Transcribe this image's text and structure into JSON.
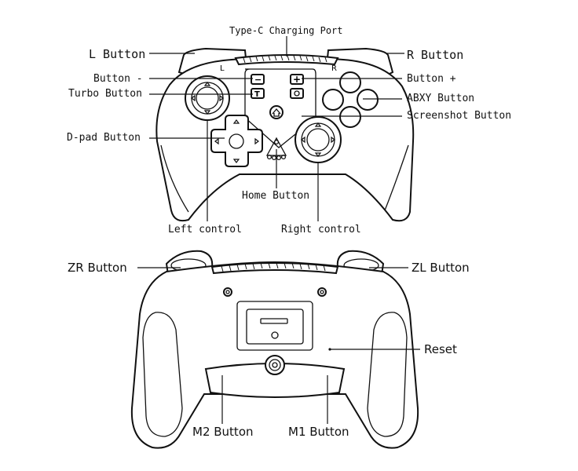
{
  "labels": {
    "type_c_port": "Type-C Charging Port",
    "l_button": "L Button",
    "r_button": "R Button",
    "button_minus": "Button -",
    "button_plus": "Button +",
    "turbo_button": "Turbo Button",
    "abxy_button": "ABXY Button",
    "screenshot_button": "Screenshot Button",
    "dpad_button": "D-pad Button",
    "home_button": "Home Button",
    "left_control": "Left control",
    "right_control": "Right control",
    "zr_button": "ZR Button",
    "zl_button": "ZL Button",
    "reset": "Reset",
    "m2_button": "M2 Button",
    "m1_button": "M1 Button"
  },
  "glyphs": {
    "shoulder_left": "L",
    "shoulder_right": "R",
    "minus": "−",
    "plus": "+",
    "turbo": "T"
  },
  "colors": {
    "line": "#111111",
    "background": "#ffffff"
  }
}
